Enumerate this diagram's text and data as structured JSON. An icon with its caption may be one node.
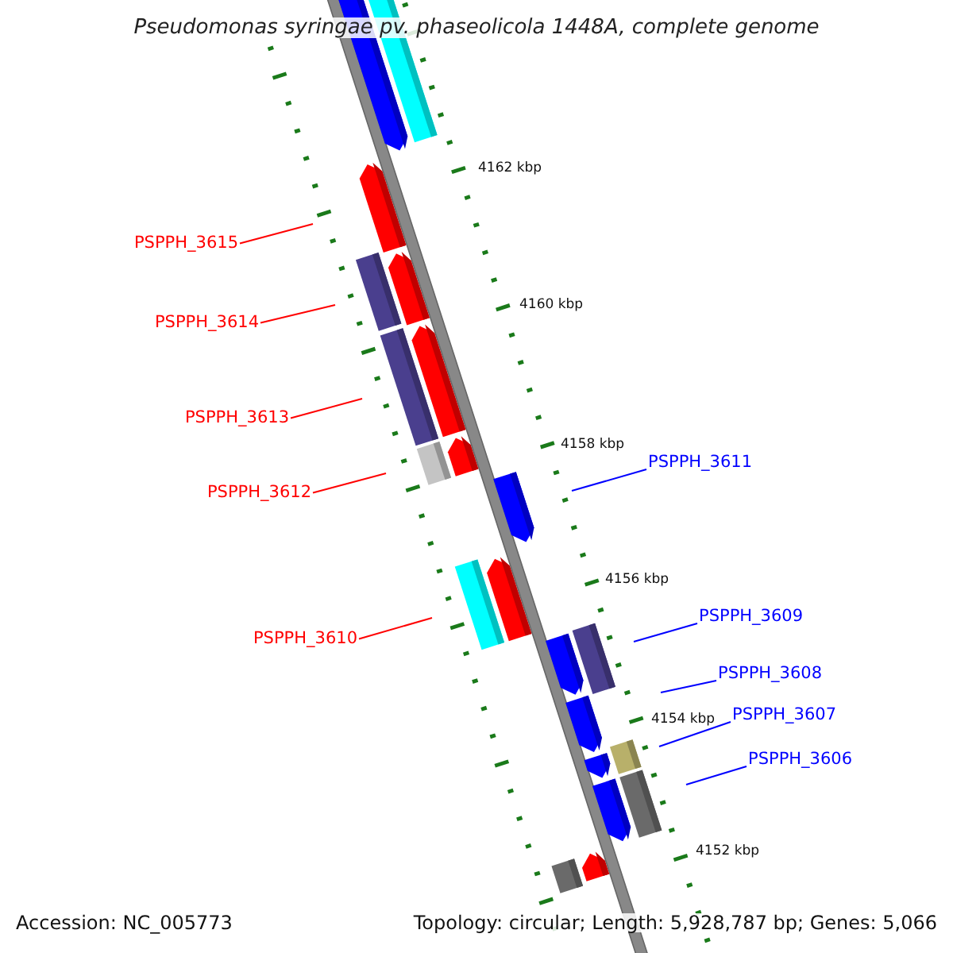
{
  "diagram": {
    "title": "Pseudomonas syringae pv. phaseolicola 1448A, complete genome",
    "nodes": [
      {
        "text": [
          "PSPPH_3615"
        ]
      },
      {
        "text": [
          "PSPPH_3614"
        ]
      },
      {
        "text": [
          "PSPPH_3613"
        ]
      },
      {
        "text": [
          "PSPPH_3612"
        ]
      },
      {
        "text": [
          "PSPPH_3611"
        ]
      },
      {
        "text": [
          "PSPPH_3610"
        ]
      },
      {
        "text": [
          "PSPPH_3609"
        ]
      },
      {
        "text": [
          "PSPPH_3608"
        ]
      },
      {
        "text": [
          "PSPPH_3607"
        ]
      },
      {
        "text": [
          "PSPPH_3606"
        ]
      }
    ],
    "edges": [
      {
        "from": 0,
        "to": null,
        "arrow": "none"
      },
      {
        "from": 1,
        "to": null,
        "arrow": "none"
      },
      {
        "from": 2,
        "to": null,
        "arrow": "none"
      },
      {
        "from": 3,
        "to": null,
        "arrow": "none"
      },
      {
        "from": 4,
        "to": null,
        "arrow": "none",
        "color": "#0000ff"
      },
      {
        "from": 5,
        "to": null,
        "arrow": "none"
      },
      {
        "from": 6,
        "to": null,
        "arrow": "none",
        "color": "#0000ff"
      },
      {
        "from": 7,
        "to": null,
        "arrow": "none",
        "color": "#0000ff"
      },
      {
        "from": 8,
        "to": null,
        "arrow": "none",
        "color": "#0000ff"
      },
      {
        "from": 9,
        "to": null,
        "arrow": "none",
        "color": "#0000ff"
      }
    ],
    "labels": [
      "4162 kbp",
      "4160 kbp",
      "4158 kbp",
      "4156 kbp",
      "4154 kbp",
      "4152 kbp",
      "Accession: NC_005773",
      "Topology: circular; Length: 5,928,787 bp; Genes: 5,066"
    ]
  }
}
